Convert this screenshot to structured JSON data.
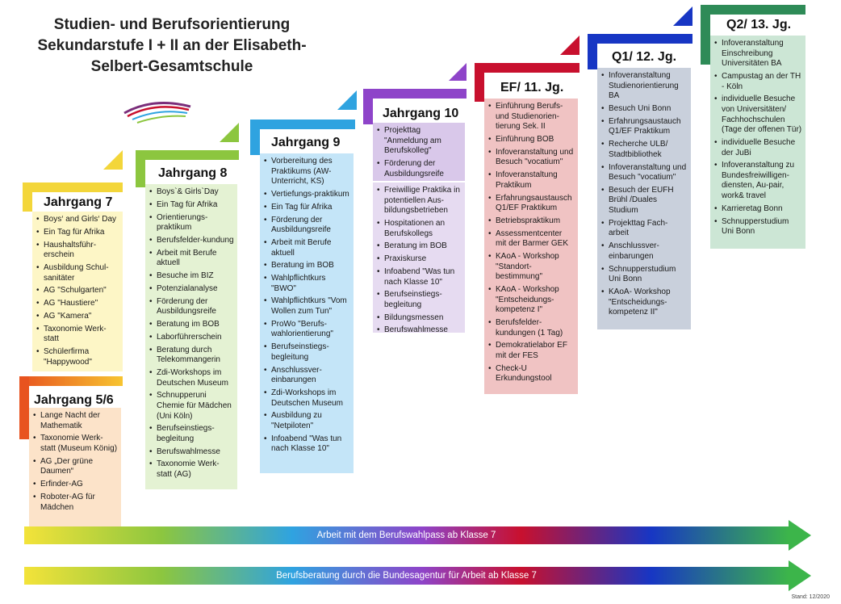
{
  "title": "Studien- und Berufsorientierung Sekundarstufe I + II an der Elisabeth-Selbert-Gesamtschule",
  "stand": "Stand: 12/2020",
  "columns": {
    "j56": {
      "heading": "Jahrgang 5/6",
      "color": "#e8531f",
      "items": [
        "Lange Nacht der Mathematik",
        "Taxonomie Werk-statt (Museum König)",
        "AG „Der grüne Daumen“",
        "Erfinder-AG",
        "Roboter-AG für Mädchen"
      ]
    },
    "j7": {
      "heading": "Jahrgang 7",
      "color": "#f3d63a",
      "items": [
        "Boys‘ and Girls‘ Day",
        "Ein Tag für Afrika",
        "Haushaltsführ-erschein",
        "Ausbildung Schul-sanitäter",
        "AG \"Schulgarten\"",
        "AG \"Haustiere\"",
        "AG \"Kamera\"",
        "Taxonomie Werk-statt",
        "Schülerfirma \"Happywood\""
      ]
    },
    "j8": {
      "heading": "Jahrgang 8",
      "color": "#8cc63f",
      "items": [
        "Boys`& Girls`Day",
        "Ein Tag für Afrika",
        "Orientierungs-praktikum",
        "Berufsfelder-kundung",
        "Arbeit mit Berufe aktuell",
        "Besuche im BIZ",
        "Potenzialanalyse",
        "Förderung der Ausbildungsreife",
        "Beratung im BOB",
        "Laborführerschein",
        "Beratung durch Telekommangerin",
        "Zdi-Workshops im Deutschen Museum",
        "Schnupperuni Chemie für Mädchen (Uni Köln)",
        "Berufseinstiegs-begleitung",
        "Berufswahlmesse",
        "Taxonomie Werk-statt (AG)"
      ]
    },
    "j9": {
      "heading": "Jahrgang 9",
      "color": "#2fa3e0",
      "items": [
        "Vorbereitung des Praktikums (AW-Unterricht, KS)",
        "Vertiefungs-praktikum",
        "Ein Tag für Afrika",
        "Förderung der Ausbildungsreife",
        "Arbeit mit Berufe aktuell",
        "Beratung im BOB",
        "Wahlpflichtkurs \"BWO\"",
        "Wahlpflichtkurs \"Vom Wollen zum Tun\"",
        "ProWo \"Berufs-wahlorientierung\"",
        "Berufseinstiegs-begleitung",
        "Anschlussver-einbarungen",
        "Zdi-Workshops im Deutschen Museum",
        "Ausbildung zu \"Netpiloten\"",
        "Infoabend \"Was tun nach Klasse 10\""
      ]
    },
    "j10": {
      "heading": "Jahrgang 10",
      "color": "#8e44c9",
      "items_a": [
        "Projekttag \"Anmeldung am Berufskolleg\"",
        "Förderung der Ausbildungsreife"
      ],
      "items_b": [
        "Freiwillige Praktika in potentiellen Aus-bildungsbetrieben",
        "Hospitationen an Berufskollegs",
        "Beratung im BOB",
        "Praxiskurse",
        "Infoabend \"Was tun nach Klasse 10\"",
        "Berufseinstiegs-begleitung",
        "Bildungsmessen",
        "Berufswahlmesse"
      ]
    },
    "ef": {
      "heading": "EF/ 11. Jg.",
      "color": "#c8102e",
      "items": [
        "Einführung Berufs- und Studienorien-tierung Sek. II",
        "Einführung BOB",
        "Infoveranstaltung und Besuch \"vocatium\"",
        "Infoveranstaltung Praktikum",
        "Erfahrungsaustausch Q1/EF Praktikum",
        "Betriebspraktikum",
        "Assessmentcenter mit der Barmer GEK",
        "KAoA - Workshop \"Standort-bestimmung\"",
        "KAoA - Workshop \"Entscheidungs-kompetenz I\"",
        "Berufsfelder-kundungen (1 Tag)",
        "Demokratielabor EF mit der FES",
        "Check-U Erkundungstool"
      ]
    },
    "q1": {
      "heading": "Q1/ 12. Jg.",
      "color": "#1736c4",
      "items": [
        "Infoveranstaltung Studienorientierung BA",
        "Besuch Uni Bonn",
        "Erfahrungsaustauch Q1/EF Praktikum",
        "Recherche ULB/ Stadtbibliothek",
        "Infoveranstaltung und Besuch \"vocatium\"",
        "Besuch der EUFH Brühl /Duales Studium",
        "Projekttag Fach-arbeit",
        "Anschlussver-einbarungen",
        "Schnupperstudium Uni Bonn",
        "KAoA- Workshop \"Entscheidungs-kompetenz II\""
      ]
    },
    "q2": {
      "heading": "Q2/ 13. Jg.",
      "color": "#2e8b57",
      "items": [
        "Infoveranstaltung Einschreibung Universitäten BA",
        "Campustag an der TH - Köln",
        "individuelle Besuche von Universitäten/ Fachhochschulen (Tage der offenen Tür)",
        "individuelle Besuche der JuBi",
        "Infoveranstaltung zu Bundesfreiwilligen-diensten,  Au-pair, work& travel",
        "Karrieretag Bonn",
        "Schnupperstudium Uni Bonn"
      ]
    }
  },
  "arrows": [
    {
      "label": "Arbeit mit dem Berufswahlpass ab Klasse 7"
    },
    {
      "label": "Berufsberatung durch die Bundesagentur für Arbeit ab Klasse 7"
    }
  ]
}
